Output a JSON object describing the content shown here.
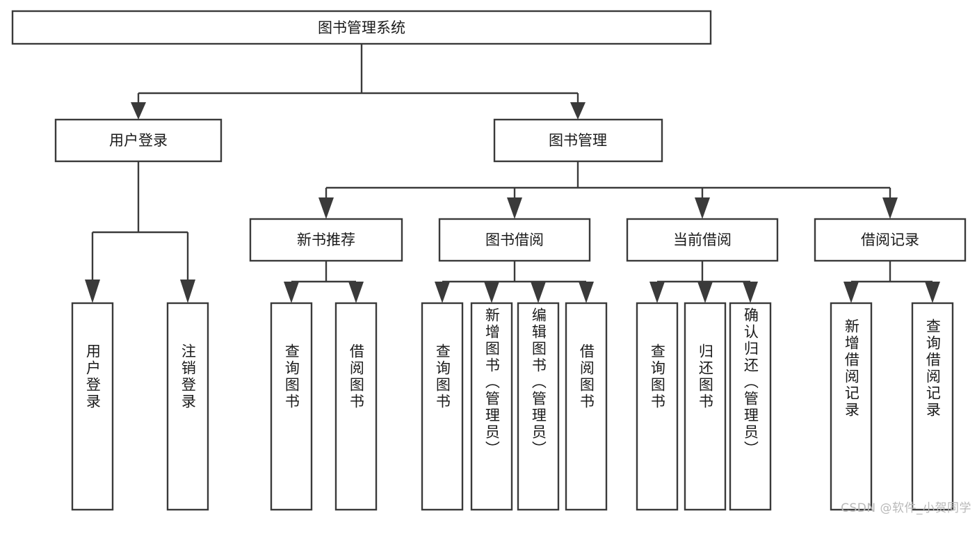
{
  "diagram": {
    "type": "tree",
    "title": "图书管理系统",
    "root": {
      "id": "root",
      "label": "图书管理系统",
      "orientation": "horizontal"
    },
    "level1": [
      {
        "id": "user-login",
        "label": "用户登录",
        "orientation": "horizontal"
      },
      {
        "id": "book-manage",
        "label": "图书管理",
        "orientation": "horizontal"
      }
    ],
    "level2": [
      {
        "id": "new-book-recommend",
        "label": "新书推荐",
        "parent": "book-manage",
        "orientation": "horizontal"
      },
      {
        "id": "book-borrow",
        "label": "图书借阅",
        "parent": "book-manage",
        "orientation": "horizontal"
      },
      {
        "id": "current-borrow",
        "label": "当前借阅",
        "parent": "book-manage",
        "orientation": "horizontal"
      },
      {
        "id": "borrow-record",
        "label": "借阅记录",
        "parent": "book-manage",
        "orientation": "horizontal"
      }
    ],
    "leaves": [
      {
        "id": "leaf-user-login",
        "label": "用户登录",
        "parent": "user-login",
        "orientation": "vertical"
      },
      {
        "id": "leaf-user-logout",
        "label": "注销登录",
        "parent": "user-login",
        "orientation": "vertical"
      },
      {
        "id": "leaf-query-book-1",
        "label": "查询图书",
        "parent": "new-book-recommend",
        "orientation": "vertical"
      },
      {
        "id": "leaf-borrow-book-1",
        "label": "借阅图书",
        "parent": "new-book-recommend",
        "orientation": "vertical"
      },
      {
        "id": "leaf-query-book-2",
        "label": "查询图书",
        "parent": "book-borrow",
        "orientation": "vertical"
      },
      {
        "id": "leaf-add-book",
        "label": "新增图书（管理员）",
        "parent": "book-borrow",
        "orientation": "vertical"
      },
      {
        "id": "leaf-edit-book",
        "label": "编辑图书（管理员）",
        "parent": "book-borrow",
        "orientation": "vertical"
      },
      {
        "id": "leaf-borrow-book-2",
        "label": "借阅图书",
        "parent": "book-borrow",
        "orientation": "vertical"
      },
      {
        "id": "leaf-query-book-3",
        "label": "查询图书",
        "parent": "current-borrow",
        "orientation": "vertical"
      },
      {
        "id": "leaf-return-book",
        "label": "归还图书",
        "parent": "current-borrow",
        "orientation": "vertical"
      },
      {
        "id": "leaf-confirm-return",
        "label": "确认归还（管理员）",
        "parent": "current-borrow",
        "orientation": "vertical"
      },
      {
        "id": "leaf-add-record",
        "label": "新增借阅记录",
        "parent": "borrow-record",
        "orientation": "vertical"
      },
      {
        "id": "leaf-query-record",
        "label": "查询借阅记录",
        "parent": "borrow-record",
        "orientation": "vertical"
      }
    ],
    "watermark": "CSDN @软件_小贺同学",
    "colors": {
      "stroke": "#3a3a3a",
      "box_fill": "#ffffff",
      "text": "#1a1a1a",
      "background": "#ffffff",
      "watermark": "#b9b9b9"
    }
  }
}
